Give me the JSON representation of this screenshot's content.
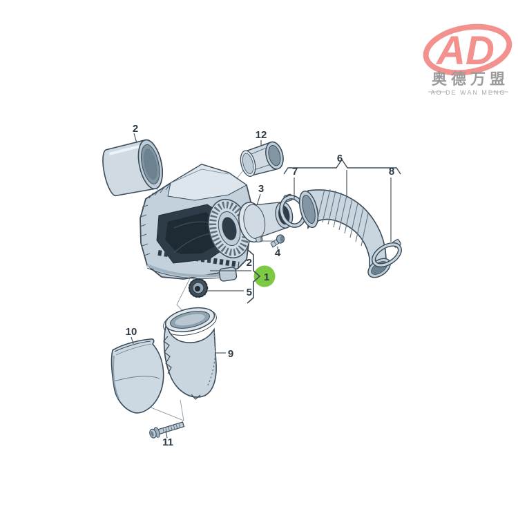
{
  "page": {
    "background": "#ffffff"
  },
  "logo": {
    "monogram": "AD",
    "name_zh": "奥德万盟",
    "name_en": "AO DE WAN MENG",
    "brand_color": "#f2918d",
    "text_color": "#9b9b9b"
  },
  "diagram": {
    "type": "exploded-parts-diagram",
    "highlighted_part": "1",
    "highlight_color": "#7dc944",
    "line_color": "#3b4a57",
    "callouts": {
      "c1": "1",
      "c2_top": "2",
      "c2_bracket": "2",
      "c3": "3",
      "c4": "4",
      "c5": "5",
      "c6": "6",
      "c7": "7",
      "c8": "8",
      "c9": "9",
      "c10": "10",
      "c11": "11",
      "c12": "12"
    }
  }
}
